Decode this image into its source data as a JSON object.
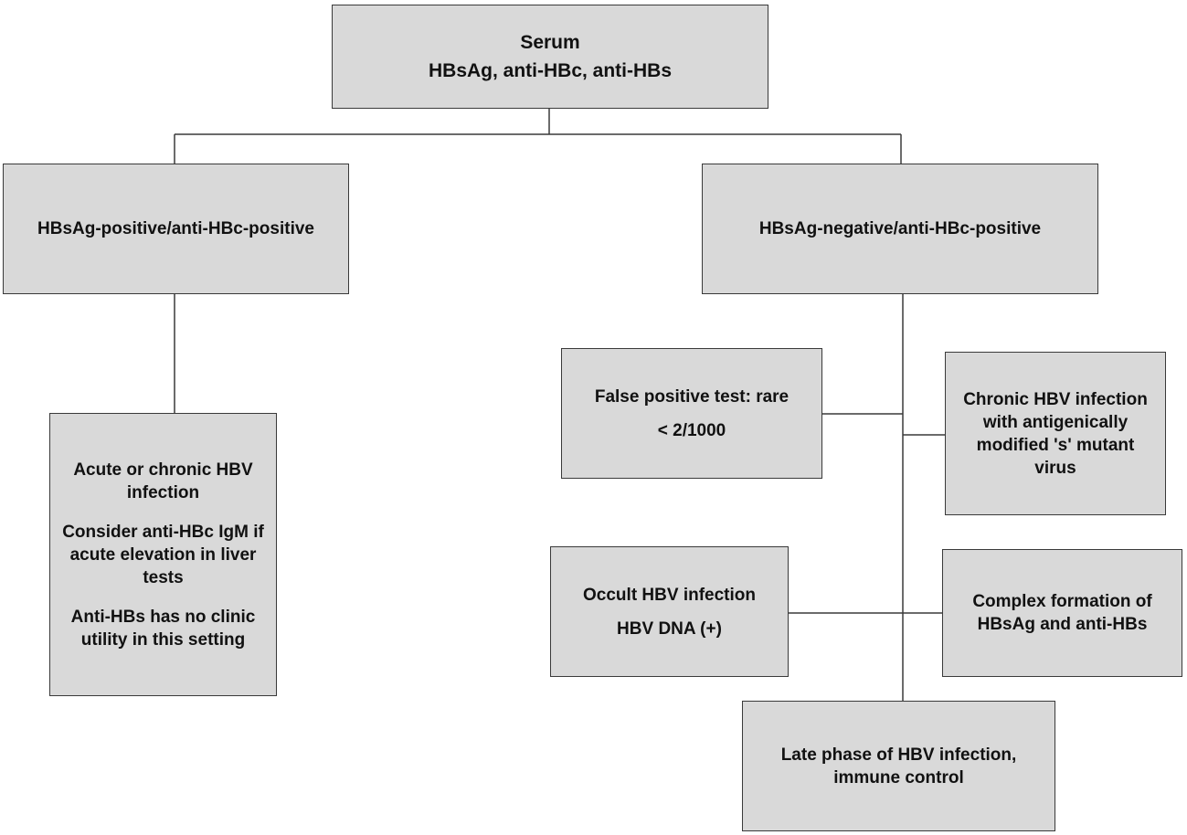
{
  "root": {
    "title": "Serum",
    "subtitle": "HBsAg, anti-HBc, anti-HBs"
  },
  "left_branch": {
    "label": "HBsAg-positive/anti-HBc-positive",
    "detail": {
      "line1": "Acute or chronic HBV",
      "line2": "infection",
      "line3": "Consider anti-HBc IgM if",
      "line4": "acute elevation in liver",
      "line5": "tests",
      "line6": "Anti-HBs has no clinic",
      "line7": "utility in this setting"
    }
  },
  "right_branch": {
    "label": "HBsAg-negative/anti-HBc-positive",
    "false_positive": {
      "line1": "False positive test: rare",
      "line2": "< 2/1000"
    },
    "mutant": {
      "line1": "Chronic HBV infection",
      "line2": "with antigenically",
      "line3": "modified 's' mutant",
      "line4": "virus"
    },
    "occult": {
      "line1": "Occult HBV infection",
      "line2": "HBV DNA (+)"
    },
    "complex": {
      "line1": "Complex formation of",
      "line2": "HBsAg and anti-HBs"
    },
    "late_phase": {
      "line1": "Late phase of HBV infection,",
      "line2": "immune control"
    }
  }
}
